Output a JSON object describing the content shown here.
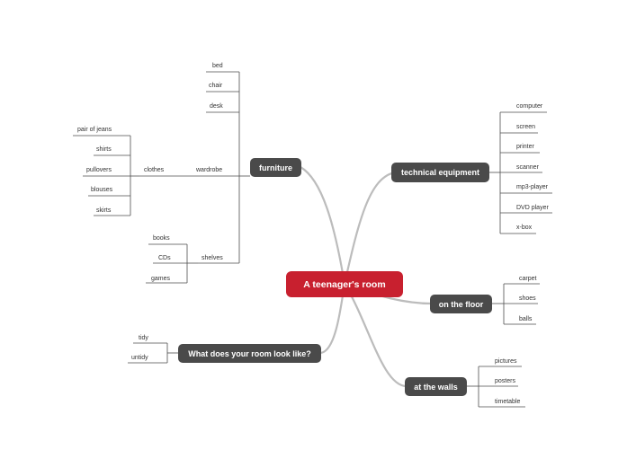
{
  "map": {
    "root": "A teenager's room",
    "topics": {
      "furniture": "furniture",
      "technical": "technical equipment",
      "floor": "on the floor",
      "walls": "at the walls",
      "look": "What does your room look like?"
    },
    "furniture": {
      "bed": "bed",
      "chair": "chair",
      "desk": "desk",
      "wardrobe": "wardrobe",
      "clothes": "clothes",
      "jeans": "pair of jeans",
      "shirts": "shirts",
      "pullovers": "pullovers",
      "blouses": "blouses",
      "skirts": "skirts",
      "shelves": "shelves",
      "books": "books",
      "cds": "CDs",
      "games": "games"
    },
    "technical": {
      "computer": "computer",
      "screen": "screen",
      "printer": "printer",
      "scanner": "scanner",
      "mp3": "mp3-player",
      "dvd": "DVD player",
      "xbox": "x-box"
    },
    "floor": {
      "carpet": "carpet",
      "shoes": "shoes",
      "balls": "balls"
    },
    "walls": {
      "pictures": "pictures",
      "posters": "posters",
      "timetable": "timetable"
    },
    "look": {
      "tidy": "tidy",
      "untidy": "untidy"
    }
  },
  "colors": {
    "root": "#c8202f",
    "topic": "#4a4a4a",
    "link": "#b5b5b5",
    "line": "#555555"
  }
}
